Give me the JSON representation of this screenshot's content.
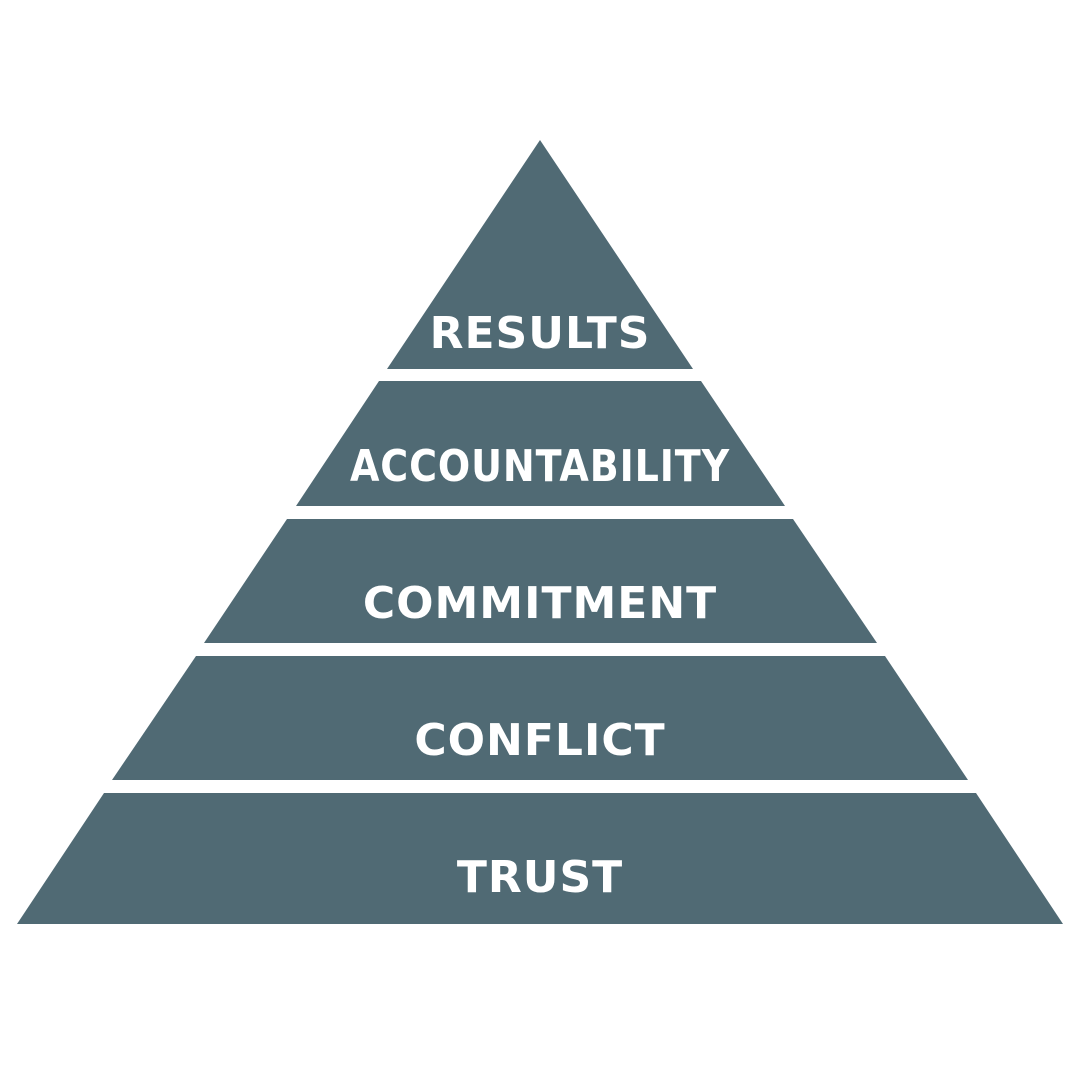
{
  "pyramid": {
    "fill_color": "#506a74",
    "text_color": "#ffffff",
    "layers": [
      {
        "label": "RESULTS"
      },
      {
        "label": "ACCOUNTABILITY"
      },
      {
        "label": "COMMITMENT"
      },
      {
        "label": "CONFLICT"
      },
      {
        "label": "TRUST"
      }
    ]
  }
}
